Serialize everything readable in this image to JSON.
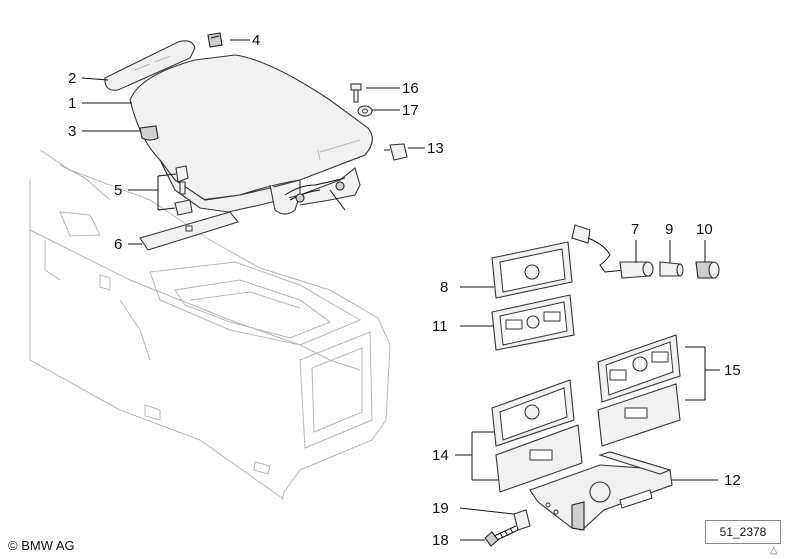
{
  "callouts": [
    {
      "id": "c1",
      "label": "1"
    },
    {
      "id": "c2",
      "label": "2"
    },
    {
      "id": "c3",
      "label": "3"
    },
    {
      "id": "c4",
      "label": "4"
    },
    {
      "id": "c5",
      "label": "5"
    },
    {
      "id": "c6",
      "label": "6"
    },
    {
      "id": "c7",
      "label": "7"
    },
    {
      "id": "c8",
      "label": "8"
    },
    {
      "id": "c9",
      "label": "9"
    },
    {
      "id": "c10",
      "label": "10"
    },
    {
      "id": "c11",
      "label": "11"
    },
    {
      "id": "c12",
      "label": "12"
    },
    {
      "id": "c13",
      "label": "13"
    },
    {
      "id": "c14",
      "label": "14"
    },
    {
      "id": "c15",
      "label": "15"
    },
    {
      "id": "c16",
      "label": "16"
    },
    {
      "id": "c17",
      "label": "17"
    },
    {
      "id": "c18",
      "label": "18"
    },
    {
      "id": "c19",
      "label": "19"
    }
  ],
  "footer": {
    "copyright": "© BMW AG",
    "diagram_id": "51_2378"
  }
}
